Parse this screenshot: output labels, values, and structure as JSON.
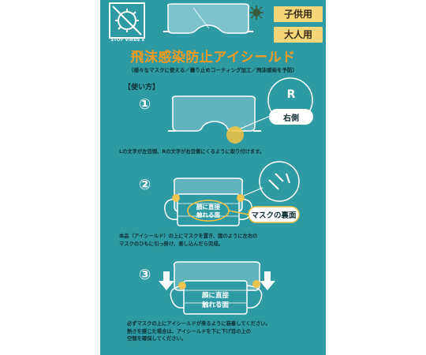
{
  "logo": {
    "text": "STOP VIRUS X"
  },
  "badges": [
    "子供用",
    "大人用"
  ],
  "title": "飛沫感染防止アイシールド",
  "subtitle": "（様々なマスクに使える／曇り止めコーティング加工／飛沫感染を予防）",
  "section_heading": "【使い方】",
  "steps": [
    {
      "number": "①",
      "right_letter": "R",
      "right_label": "右側",
      "caption_lines": [
        "Lの文字が左目側、Rの文字が右目側にくるように取り付けます。"
      ]
    },
    {
      "number": "②",
      "mask_label_1": "顔に直接",
      "mask_label_2": "触れる面",
      "callout": "マスクの裏面",
      "caption_lines": [
        "本品（アイシールド）の上にマスクを置き、図のように左右の",
        "マスクのひもに引っ掛け、差し込んだら完成。"
      ]
    },
    {
      "number": "③",
      "mask_label_1": "顔に直接",
      "mask_label_2": "触れる面",
      "caption_lines": [
        "必ずマスクの上にアイシールドが来るように装着してください。",
        "熱さを感じた場合は、アイシールドを下に下げ目の上の",
        "空間を確保してください。"
      ]
    }
  ],
  "colors": {
    "background": "#2e9aa4",
    "title": "#f49a1e",
    "badge": "#f5d77a",
    "text_dark": "#0e2e33",
    "highlight": "#f5c341"
  }
}
